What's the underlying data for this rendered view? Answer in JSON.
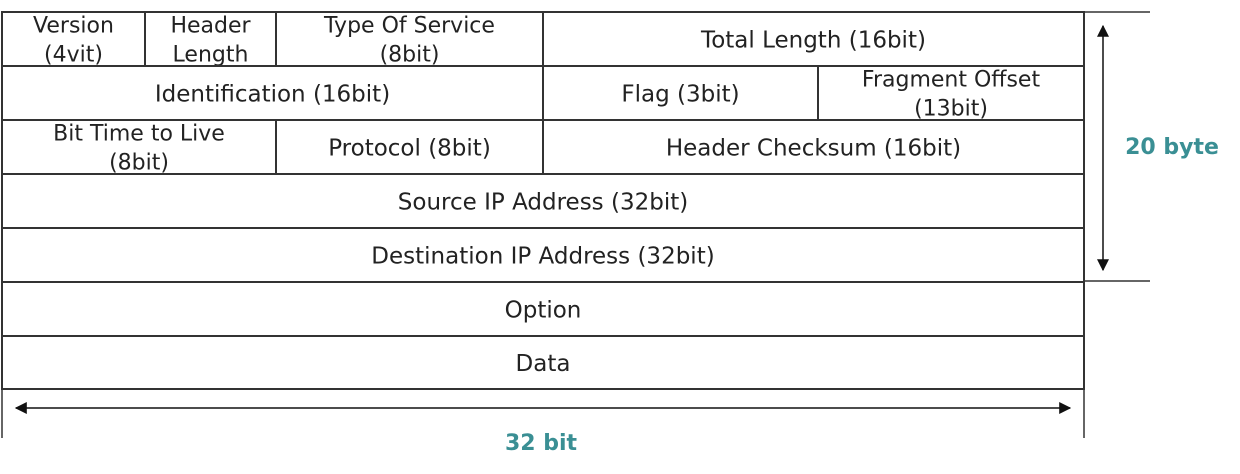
{
  "colors": {
    "line": "#333333",
    "text": "#222222",
    "accent": "#3a8f94"
  },
  "rows": [
    {
      "cells": [
        {
          "lines": [
            "Version",
            "(4vit)"
          ]
        },
        {
          "lines": [
            "Header",
            "Length"
          ]
        },
        {
          "lines": [
            "Type Of Service",
            "(8bit)"
          ]
        },
        {
          "lines": [
            "Total Length (16bit)"
          ]
        }
      ]
    },
    {
      "cells": [
        {
          "lines": [
            "Identification (16bit)"
          ]
        },
        {
          "lines": [
            "Flag (3bit)"
          ]
        },
        {
          "lines": [
            "Fragment Offset",
            "(13bit)"
          ]
        }
      ]
    },
    {
      "cells": [
        {
          "lines": [
            "Bit Time to Live",
            "(8bit)"
          ]
        },
        {
          "lines": [
            "Protocol (8bit)"
          ]
        },
        {
          "lines": [
            "Header Checksum (16bit)"
          ]
        }
      ]
    },
    {
      "cells": [
        {
          "lines": [
            "Source IP Address (32bit)"
          ]
        }
      ]
    },
    {
      "cells": [
        {
          "lines": [
            "Destination IP Address (32bit)"
          ]
        }
      ]
    },
    {
      "cells": [
        {
          "lines": [
            "Option"
          ]
        }
      ]
    },
    {
      "cells": [
        {
          "lines": [
            "Data"
          ]
        }
      ]
    }
  ],
  "header_size_label": "20 byte",
  "width_label": "32 bit"
}
